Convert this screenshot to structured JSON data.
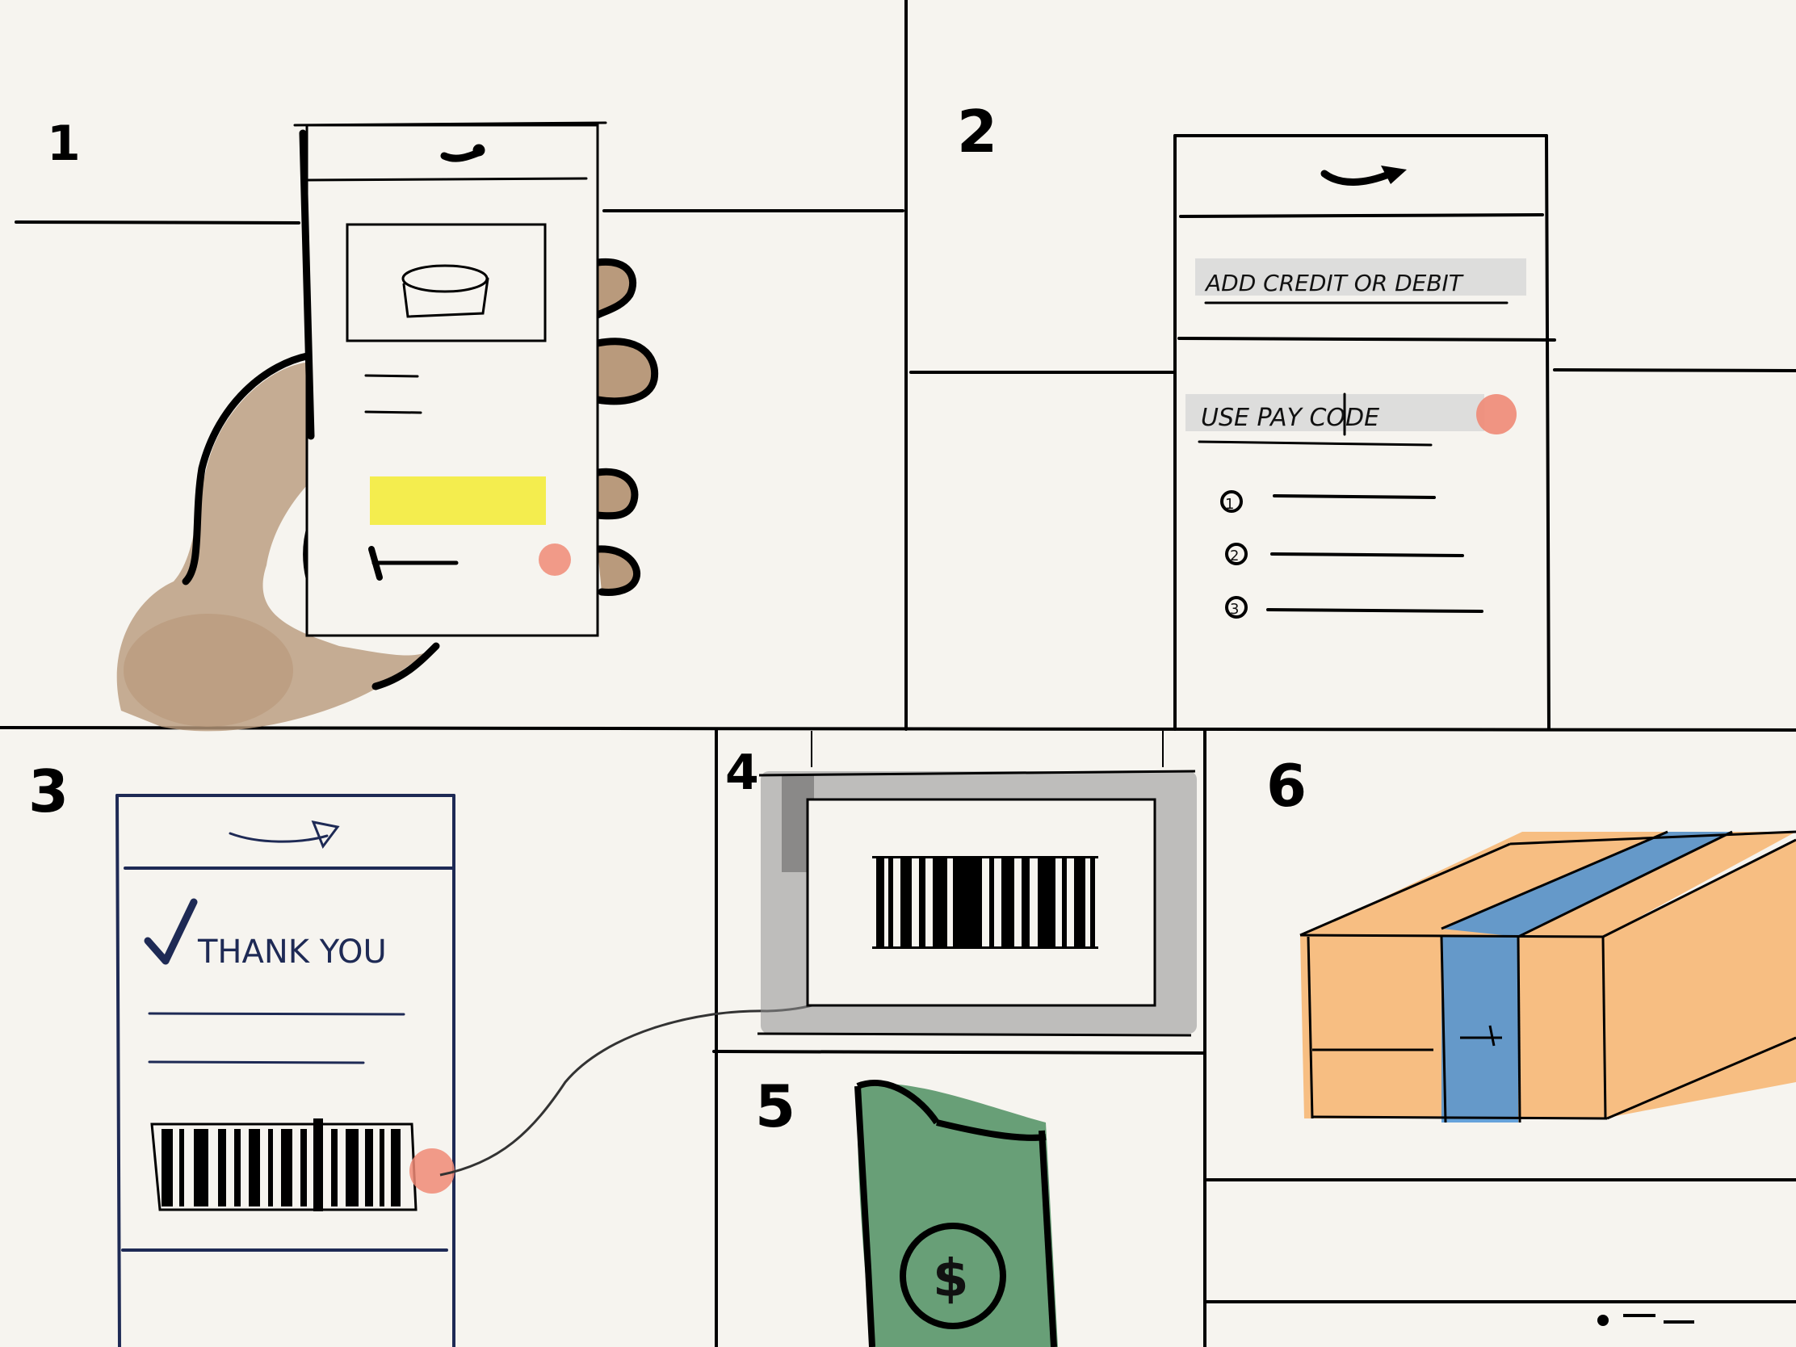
{
  "panels": [
    {
      "number": "1"
    },
    {
      "number": "2",
      "option_credit": "ADD CREDIT OR DEBIT",
      "option_paycode": "USE PAY CODE",
      "steps": [
        "1",
        "2",
        "3"
      ]
    },
    {
      "number": "3",
      "message": "THANK YOU"
    },
    {
      "number": "4"
    },
    {
      "number": "5",
      "currency": "$"
    },
    {
      "number": "6"
    }
  ],
  "colors": {
    "ink": "#111111",
    "navy": "#1e2a55",
    "skin": "#b99a7c",
    "highlight_yellow": "#f4ec3c",
    "tap_red": "#f08a76",
    "gray_screen": "#8f8f8f",
    "money_green": "#4f8f62",
    "box_orange": "#f7b46f",
    "tape_blue": "#4b93d6"
  },
  "icons": [
    "arrow-icon",
    "cup-icon",
    "tap-indicator-icon",
    "checkmark-icon",
    "barcode-icon",
    "dollar-icon",
    "package-icon"
  ]
}
